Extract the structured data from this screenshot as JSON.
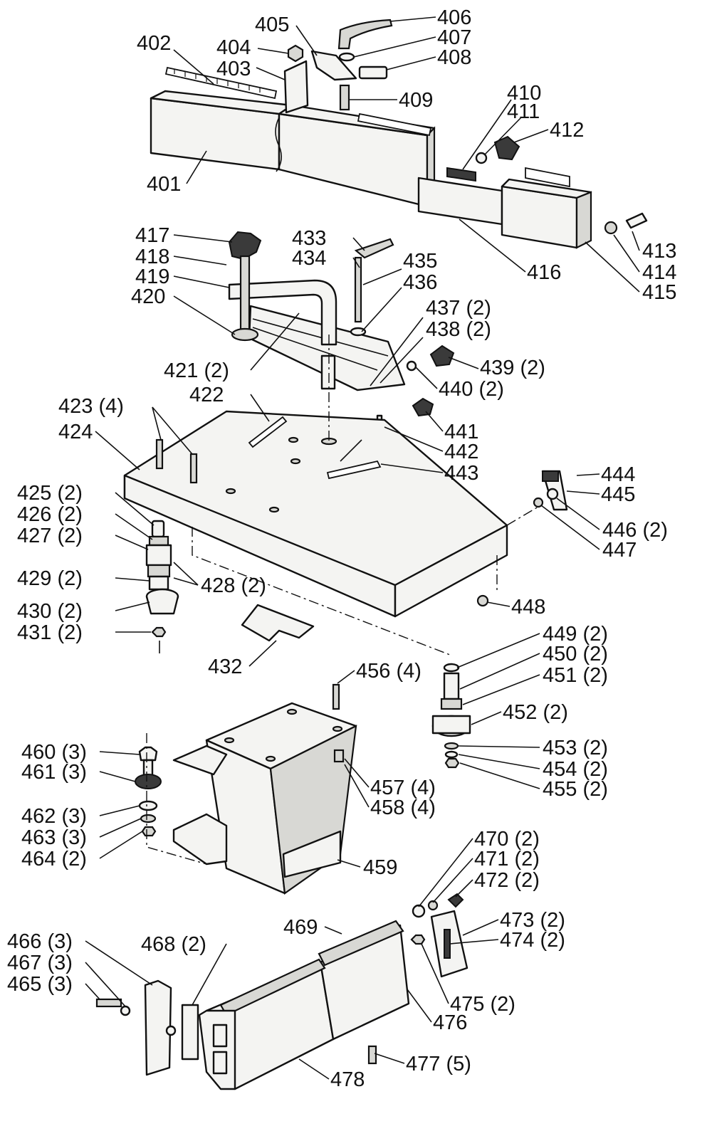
{
  "callouts": {
    "c401": "401",
    "c402": "402",
    "c403": "403",
    "c404": "404",
    "c405": "405",
    "c406": "406",
    "c407": "407",
    "c408": "408",
    "c409": "409",
    "c410": "410",
    "c411": "411",
    "c412": "412",
    "c413": "413",
    "c414": "414",
    "c415": "415",
    "c416": "416",
    "c417": "417",
    "c418": "418",
    "c419": "419",
    "c420": "420",
    "c421": "421 (2)",
    "c422": "422",
    "c423": "423 (4)",
    "c424": "424",
    "c425": "425 (2)",
    "c426": "426 (2)",
    "c427": "427 (2)",
    "c428": "428 (2)",
    "c429": "429 (2)",
    "c430": "430 (2)",
    "c431": "431 (2)",
    "c432": "432",
    "c433": "433",
    "c434": "434",
    "c435": "435",
    "c436": "436",
    "c437": "437 (2)",
    "c438": "438 (2)",
    "c439": "439 (2)",
    "c440": "440 (2)",
    "c441": "441",
    "c442": "442",
    "c443": "443",
    "c444": "444",
    "c445": "445",
    "c446": "446 (2)",
    "c447": "447",
    "c448": "448",
    "c449": "449 (2)",
    "c450": "450 (2)",
    "c451": "451 (2)",
    "c452": "452 (2)",
    "c453": "453 (2)",
    "c454": "454 (2)",
    "c455": "455 (2)",
    "c456": "456 (4)",
    "c457": "457 (4)",
    "c458": "458 (4)",
    "c459": "459",
    "c460": "460 (3)",
    "c461": "461 (3)",
    "c462": "462 (3)",
    "c463": "463 (3)",
    "c464": "464 (2)",
    "c465": "465 (3)",
    "c466": "466 (3)",
    "c467": "467 (3)",
    "c468": "468 (2)",
    "c469": "469",
    "c470": "470 (2)",
    "c471": "471 (2)",
    "c472": "472 (2)",
    "c473": "473 (2)",
    "c474": "474 (2)",
    "c475": "475 (2)",
    "c476": "476",
    "c477": "477 (5)",
    "c478": "478"
  },
  "colors": {
    "line": "#111111",
    "paper": "#ffffff",
    "knob": "#3a3a3a"
  }
}
